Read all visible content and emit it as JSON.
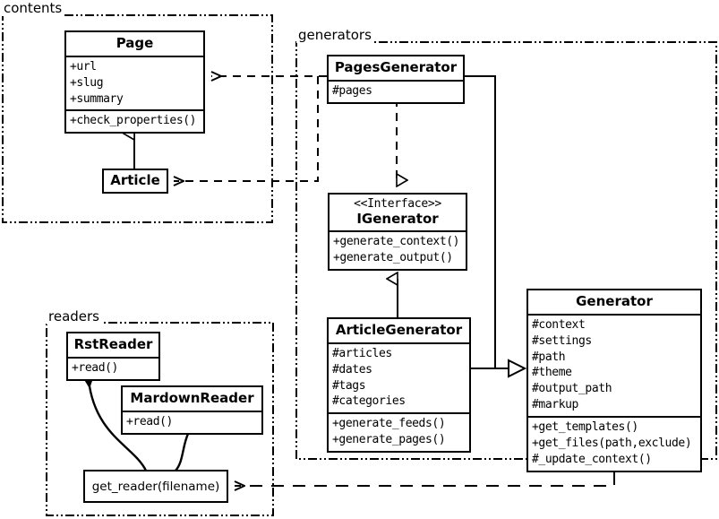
{
  "diagram": {
    "type": "uml-class-diagram",
    "packages": [
      {
        "id": "contents",
        "label": "contents"
      },
      {
        "id": "generators",
        "label": "generators"
      },
      {
        "id": "readers",
        "label": "readers"
      }
    ],
    "classes": [
      {
        "id": "page",
        "name": "Page",
        "package": "contents",
        "attributes": [
          "+url",
          "+slug",
          "+summary"
        ],
        "operations": [
          "+check_properties()"
        ]
      },
      {
        "id": "article",
        "name": "Article",
        "package": "contents",
        "attributes": [],
        "operations": []
      },
      {
        "id": "pages-generator",
        "name": "PagesGenerator",
        "package": "generators",
        "attributes": [
          "#pages"
        ],
        "operations": []
      },
      {
        "id": "igenerator",
        "name": "IGenerator",
        "stereotype": "<<Interface>>",
        "package": "generators",
        "attributes": [],
        "operations": [
          "+generate_context()",
          "+generate_output()"
        ]
      },
      {
        "id": "article-generator",
        "name": "ArticleGenerator",
        "package": "generators",
        "attributes": [
          "#articles",
          "#dates",
          "#tags",
          "#categories"
        ],
        "operations": [
          "+generate_feeds()",
          "+generate_pages()"
        ]
      },
      {
        "id": "generator",
        "name": "Generator",
        "package": "generators",
        "attributes": [
          "#context",
          "#settings",
          "#path",
          "#theme",
          "#output_path",
          "#markup"
        ],
        "operations": [
          "+get_templates()",
          "+get_files(path,exclude)",
          "#_update_context()"
        ]
      },
      {
        "id": "rst-reader",
        "name": "RstReader",
        "package": "readers",
        "attributes": [],
        "operations": [
          "+read()"
        ]
      },
      {
        "id": "mardown-reader",
        "name": "MardownReader",
        "package": "readers",
        "attributes": [],
        "operations": [
          "+read()"
        ]
      }
    ],
    "functions": [
      {
        "id": "get-reader",
        "label": "get_reader(filename)",
        "package": "readers"
      }
    ],
    "relations": [
      {
        "from": "article",
        "to": "page",
        "type": "generalization"
      },
      {
        "from": "pages-generator",
        "to": "igenerator",
        "type": "realization"
      },
      {
        "from": "article-generator",
        "to": "igenerator",
        "type": "generalization"
      },
      {
        "from": "pages-generator",
        "to": "generator",
        "type": "aggregation"
      },
      {
        "from": "article-generator",
        "to": "generator",
        "type": "aggregation"
      },
      {
        "from": "pages-generator",
        "to": "page",
        "type": "dependency"
      },
      {
        "from": "pages-generator",
        "to": "article",
        "type": "dependency"
      },
      {
        "from": "generator",
        "to": "get-reader",
        "type": "dependency"
      },
      {
        "from": "get-reader",
        "to": "rst-reader",
        "type": "creates"
      },
      {
        "from": "get-reader",
        "to": "mardown-reader",
        "type": "creates"
      }
    ],
    "colors": {
      "stroke": "#000000",
      "fill": "#ffffff"
    }
  }
}
